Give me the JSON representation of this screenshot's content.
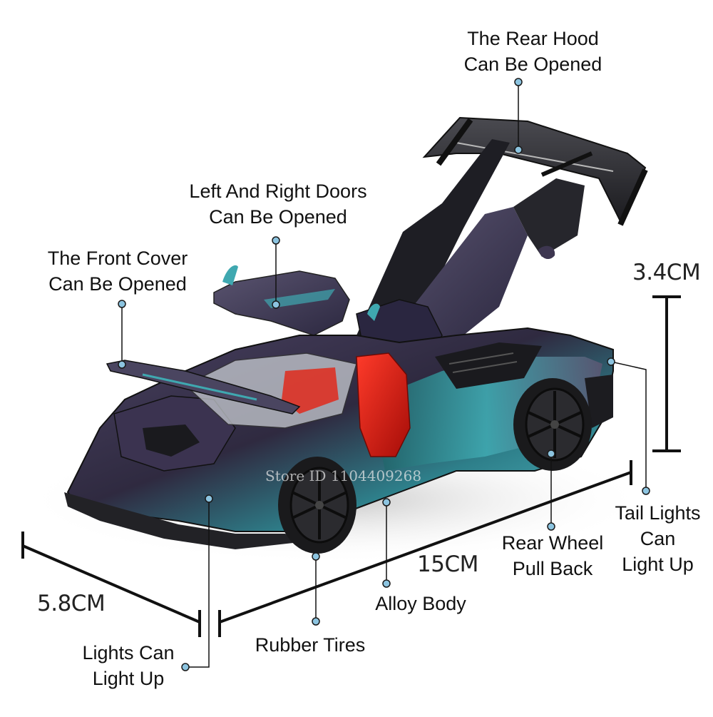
{
  "product": {
    "description": "Diecast supercar model with spoiler, open gull-wing doors and opened front cover",
    "colors": {
      "body_purple": "#3d3650",
      "body_teal": "#3fa8b0",
      "interior_red": "#d61a10",
      "spoiler_black": "#2a2a2e",
      "callout_dot": "#8cc4e0"
    }
  },
  "callouts": [
    {
      "id": "rear-hood",
      "text": "The Rear Hood\nCan Be Opened"
    },
    {
      "id": "doors",
      "text": "Left And Right Doors\nCan Be Opened"
    },
    {
      "id": "front-cover",
      "text": "The Front Cover\nCan Be Opened"
    },
    {
      "id": "tail-lights",
      "text": "Tail Lights\nCan\nLight Up"
    },
    {
      "id": "rear-wheel",
      "text": "Rear Wheel\nPull Back"
    },
    {
      "id": "alloy-body",
      "text": "Alloy Body"
    },
    {
      "id": "rubber-tires",
      "text": "Rubber Tires"
    },
    {
      "id": "lights",
      "text": "Lights Can\nLight Up"
    }
  ],
  "dimensions": {
    "height": "3.4CM",
    "length": "15CM",
    "width": "5.8CM"
  },
  "watermark": "Store ID 1104409268"
}
